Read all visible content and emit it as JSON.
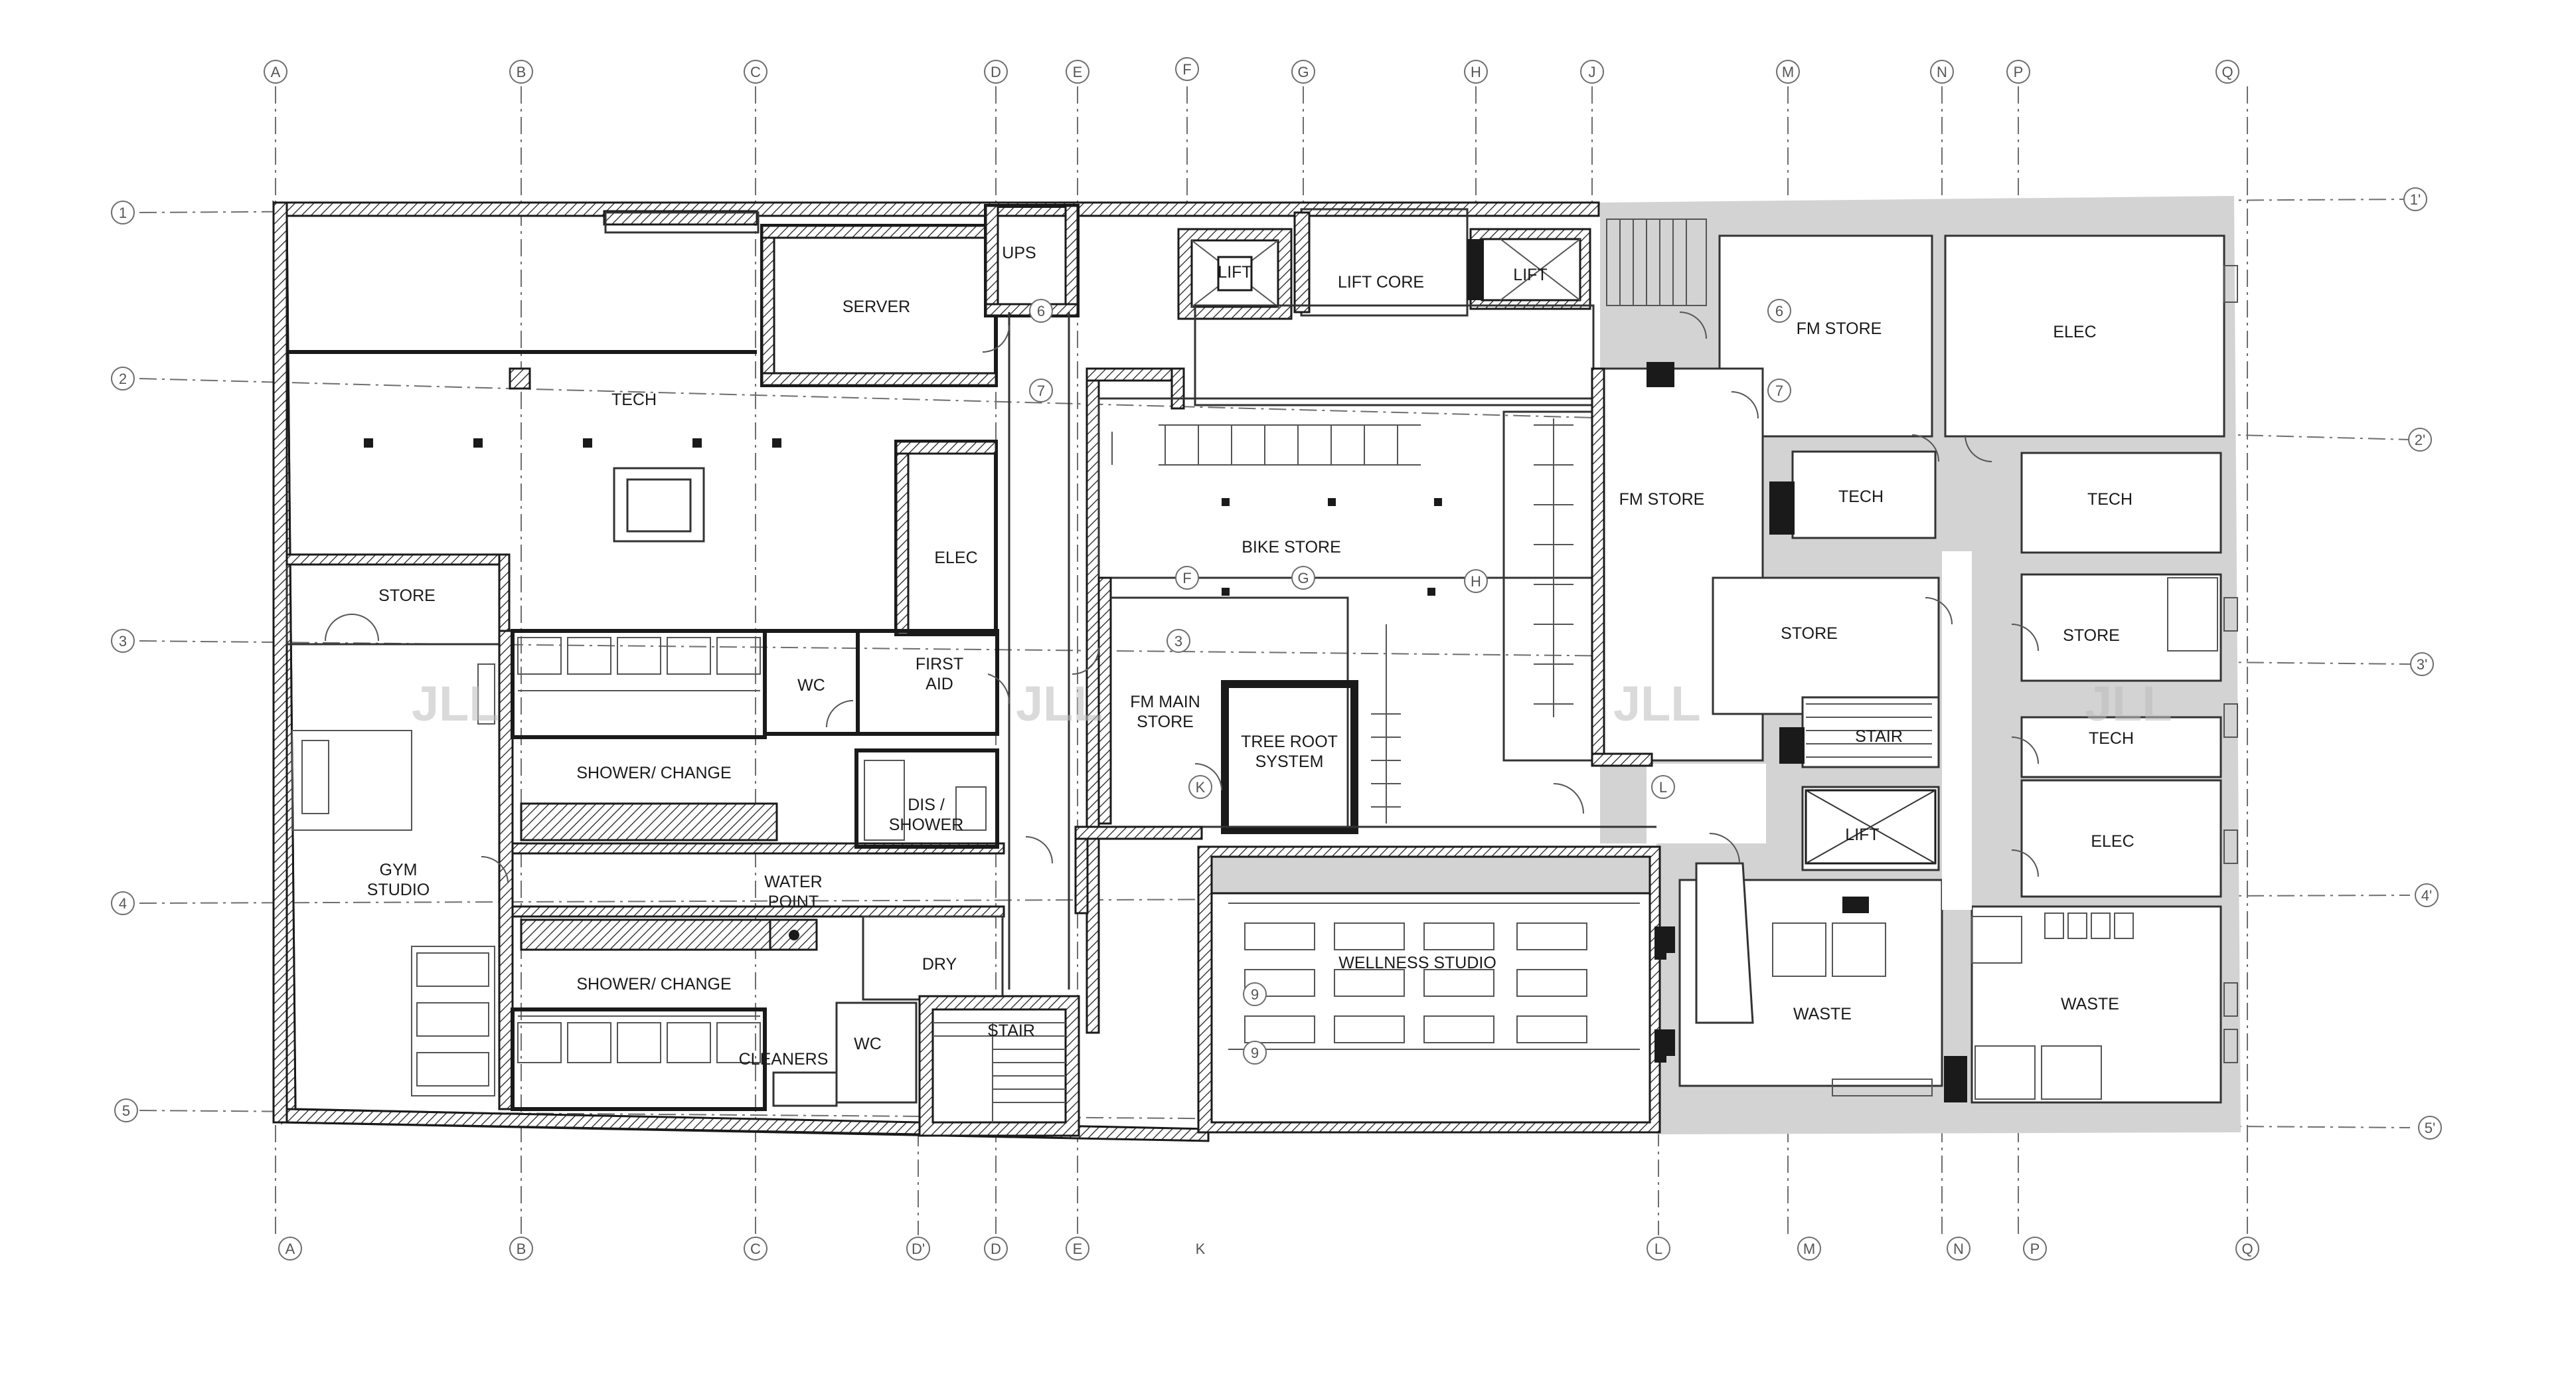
{
  "grid": {
    "columns_top": [
      "A",
      "B",
      "C",
      "D",
      "E",
      "F",
      "G",
      "H",
      "J",
      "M",
      "N",
      "P",
      "Q"
    ],
    "columns_bottom": [
      "A",
      "B",
      "C",
      "D'",
      "D",
      "E",
      "L",
      "M",
      "N",
      "P",
      "Q"
    ],
    "column_note": "K",
    "rows_left": [
      "1",
      "2",
      "3",
      "4",
      "5"
    ],
    "rows_right": [
      "1'",
      "2'",
      "3'",
      "4'",
      "5'"
    ],
    "inner_marks": [
      "6",
      "7",
      "6",
      "7",
      "3",
      "F",
      "G",
      "H",
      "K",
      "L",
      "9",
      "9"
    ]
  },
  "rooms": {
    "ups": "UPS",
    "lift_1": "LIFT",
    "lift_core": "LIFT CORE",
    "lift_2": "LIFT",
    "server": "SERVER",
    "tech_main": "TECH",
    "fm_store_top": "FM STORE",
    "elec_top_right": "ELEC",
    "fm_store_mid": "FM STORE",
    "tech_mid": "TECH",
    "tech_right_1": "TECH",
    "elec_left": "ELEC",
    "bike_store": "BIKE STORE",
    "store_left": "STORE",
    "store_mid": "STORE",
    "store_right": "STORE",
    "wc_1": "WC",
    "first_aid": "FIRST AID",
    "fm_main_store": "FM MAIN STORE",
    "tree_root": "TREE ROOT SYSTEM",
    "stair_right": "STAIR",
    "tech_right_2": "TECH",
    "shower_change_1": "SHOWER/ CHANGE",
    "dis_shower": "DIS / SHOWER",
    "lift_3": "LIFT",
    "elec_right": "ELEC",
    "gym_studio": "GYM STUDIO",
    "water_point": "WATER POINT",
    "wellness_studio": "WELLNESS STUDIO",
    "dry": "DRY",
    "shower_change_2": "SHOWER/ CHANGE",
    "waste_mid": "WASTE",
    "waste_right": "WASTE",
    "stair_left": "STAIR",
    "wc_2": "WC",
    "cleaners": "CLEANERS"
  },
  "watermark": "JLL",
  "colors": {
    "line": "#1a1a1a",
    "grid": "#6e6e6e",
    "existing_fill": "#d3d3d3",
    "watermark": "#bdbdbd"
  }
}
